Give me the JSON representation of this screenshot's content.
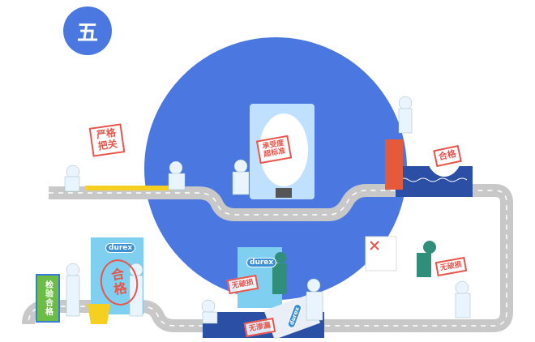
{
  "section_number": "五",
  "stamps": {
    "strict_check": "严格把关",
    "pressure_exceeds": "承受度超标准",
    "qualified_small": "合格",
    "no_damage_right": "无破损",
    "no_damage_center": "无破损",
    "no_leak": "无渗漏",
    "qualified_big": "合格"
  },
  "sign": "检验合格",
  "brand": {
    "box1": "durex",
    "box2": "durex",
    "box3": "durex"
  },
  "colors": {
    "blue": "#4a78e0",
    "road": "#c8c8c8",
    "stamp": "#e8554b",
    "box": "#7fd0f0",
    "sign": "#6cbd45"
  }
}
